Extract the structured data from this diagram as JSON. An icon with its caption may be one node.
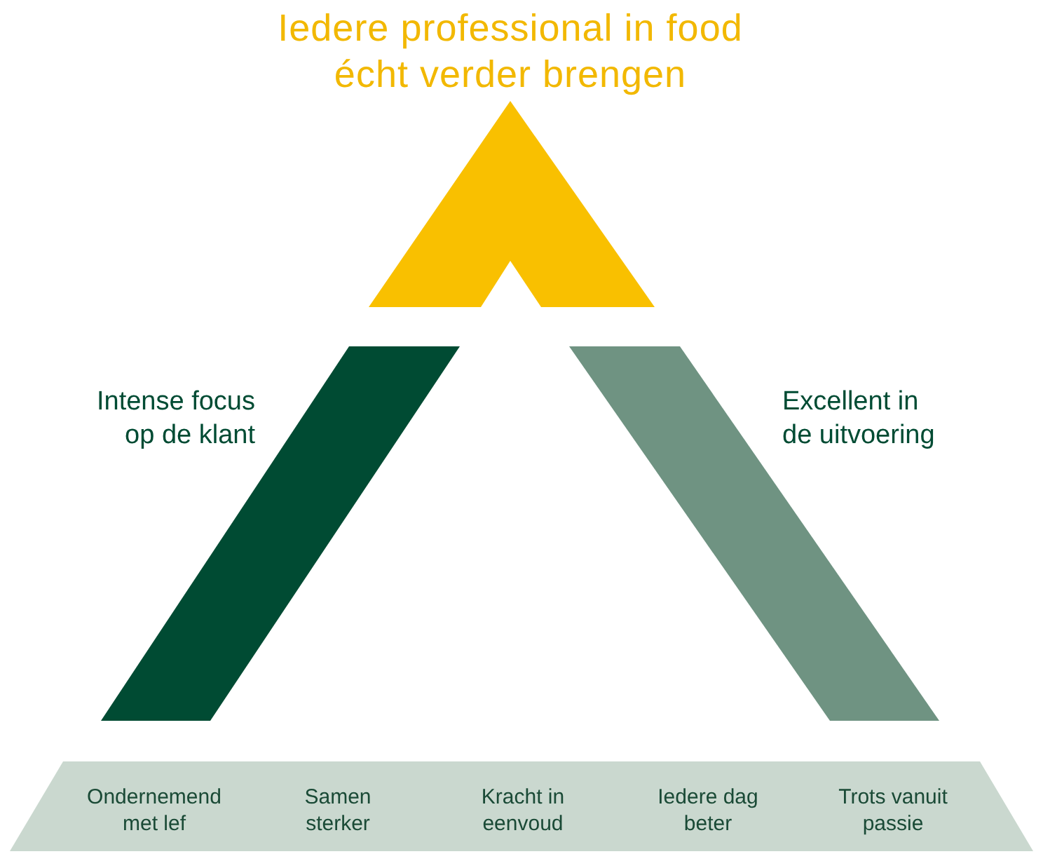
{
  "diagram": {
    "title": "Iedere professional in food écht verder brengen",
    "nodes": [
      {
        "text": [],
        "shape": "chevron"
      },
      {
        "text": [],
        "shape": "bar",
        "beside": [
          "Intense focus op de klant"
        ]
      },
      {
        "text": [],
        "shape": "bar",
        "beside": [
          "Excellent in de uitvoering"
        ]
      },
      {
        "text": [
          "Ondernemend met lef",
          "Samen sterker",
          "Kracht in eenvoud",
          "Iedere dag beter",
          "Trots vanuit passie"
        ]
      }
    ],
    "edges": []
  }
}
